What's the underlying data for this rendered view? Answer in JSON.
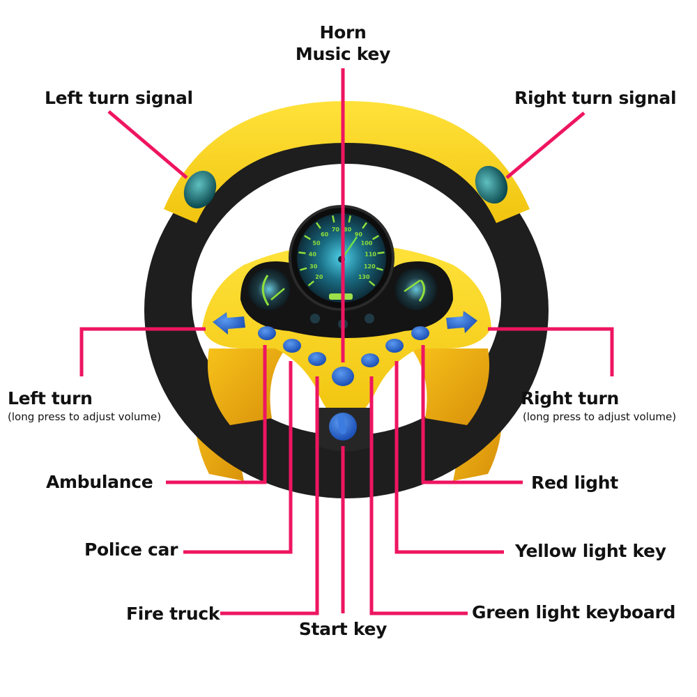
{
  "title": "Toy steering wheel function diagram",
  "colors": {
    "leader_line": "#ee1560",
    "wheel_yellow": "#f7d51d",
    "wheel_black": "#1e1e1e",
    "button_blue": "#2563c9",
    "gauge_green": "#8ee03a"
  },
  "labels": {
    "horn": "Horn",
    "music_key": "Music key",
    "left_turn_signal": "Left turn signal",
    "right_turn_signal": "Right turn signal",
    "left_turn": "Left turn",
    "left_turn_note": "(long press to adjust volume)",
    "right_turn": "Right turn",
    "right_turn_note": "(long press to adjust volume)",
    "ambulance": "Ambulance",
    "police_car": "Police car",
    "fire_truck": "Fire truck",
    "start_key": "Start key",
    "red_light": "Red light",
    "yellow_light_key": "Yellow light key",
    "green_light_keyboard": "Green light keyboard"
  },
  "speedometer": {
    "ticks": [
      "20",
      "30",
      "40",
      "50",
      "60",
      "70",
      "80",
      "90",
      "100",
      "110",
      "120",
      "130"
    ]
  }
}
